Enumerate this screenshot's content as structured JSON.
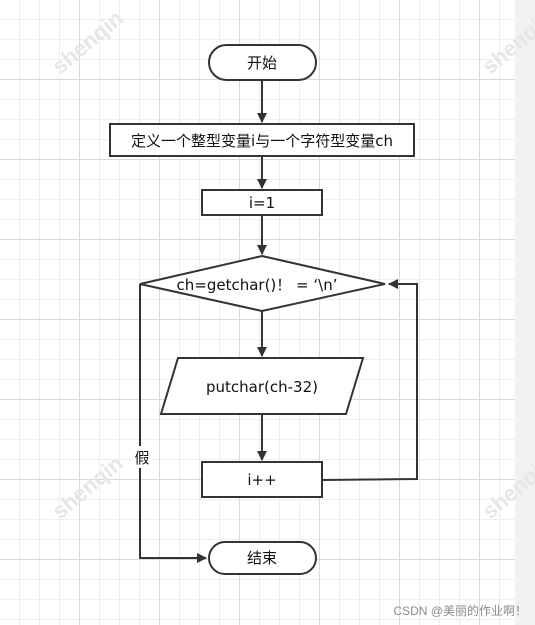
{
  "nodes": {
    "start": "开始",
    "define": "定义一个整型变量i与一个字符型变量ch",
    "init": "i=1",
    "condition": "ch=getchar()！ =  ‘\\n’",
    "output": "putchar(ch-32)",
    "increment": "i++",
    "end": "结束"
  },
  "edge_labels": {
    "false": "假"
  },
  "watermark": "shenqin",
  "footer": "CSDN @美丽的作业啊！"
}
